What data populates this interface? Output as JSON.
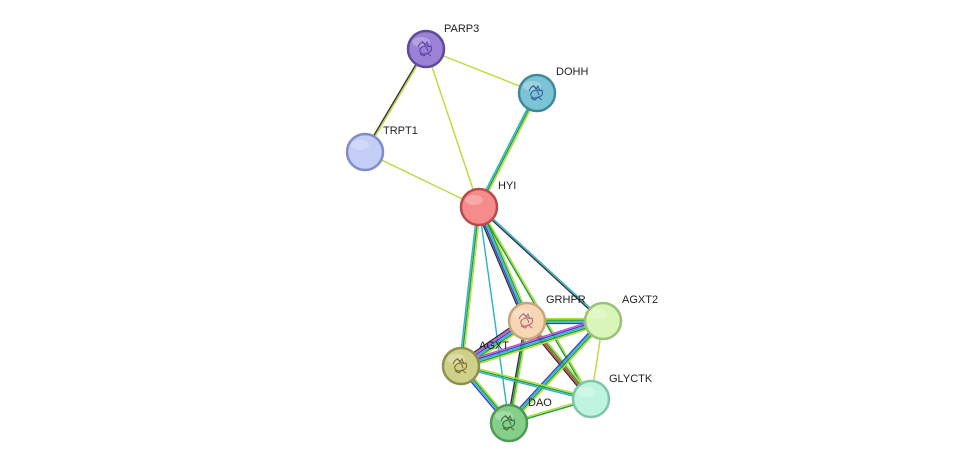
{
  "nodes": [
    {
      "id": "PARP3",
      "label": "PARP3",
      "fill": "#9b82d6",
      "stroke": "#5d4a99",
      "has_structure": true,
      "structure_color": "#5b3fa6"
    },
    {
      "id": "DOHH",
      "label": "DOHH",
      "fill": "#7dc3d6",
      "stroke": "#3f8a9a",
      "has_structure": true,
      "structure_color": "#2f5d9a"
    },
    {
      "id": "TRPT1",
      "label": "TRPT1",
      "fill": "#c3cdf5",
      "stroke": "#7e8fc8",
      "has_structure": false
    },
    {
      "id": "HYI",
      "label": "HYI",
      "fill": "#f58b8b",
      "stroke": "#b84a4a",
      "has_structure": false
    },
    {
      "id": "GRHPR",
      "label": "GRHPR",
      "fill": "#f7d6b3",
      "stroke": "#c9a57d",
      "has_structure": true,
      "structure_color": "#b06a7a"
    },
    {
      "id": "AGXT2",
      "label": "AGXT2",
      "fill": "#d9f5b8",
      "stroke": "#96c27a",
      "has_structure": false
    },
    {
      "id": "AGXT",
      "label": "AGXT",
      "fill": "#cfd08a",
      "stroke": "#8f904a",
      "has_structure": true,
      "structure_color": "#7a6a2a"
    },
    {
      "id": "GLYCTK",
      "label": "GLYCTK",
      "fill": "#bff5e0",
      "stroke": "#7fc6a8",
      "has_structure": false
    },
    {
      "id": "DAO",
      "label": "DAO",
      "fill": "#86cf8a",
      "stroke": "#4d9a52",
      "has_structure": true,
      "structure_color": "#3a6a3a"
    }
  ],
  "edges": [
    {
      "source": "PARP3",
      "target": "TRPT1",
      "colors": [
        "#b5dc3c",
        "#333333"
      ]
    },
    {
      "source": "PARP3",
      "target": "DOHH",
      "colors": [
        "#b5dc3c"
      ]
    },
    {
      "source": "PARP3",
      "target": "HYI",
      "colors": [
        "#b5dc3c"
      ]
    },
    {
      "source": "TRPT1",
      "target": "HYI",
      "colors": [
        "#b5dc3c"
      ]
    },
    {
      "source": "DOHH",
      "target": "HYI",
      "colors": [
        "#b5dc3c",
        "#1f9e3a",
        "#29b3c9"
      ]
    },
    {
      "source": "HYI",
      "target": "GRHPR",
      "colors": [
        "#b5dc3c",
        "#1f9e3a",
        "#29b3c9",
        "#3344cc",
        "#333333"
      ]
    },
    {
      "source": "HYI",
      "target": "AGXT2",
      "colors": [
        "#29b3c9",
        "#333333"
      ]
    },
    {
      "source": "HYI",
      "target": "AGXT",
      "colors": [
        "#b5dc3c",
        "#1f9e3a",
        "#29b3c9"
      ]
    },
    {
      "source": "HYI",
      "target": "DAO",
      "colors": [
        "#29b3c9"
      ]
    },
    {
      "source": "HYI",
      "target": "GLYCTK",
      "colors": [
        "#b5dc3c",
        "#1f9e3a"
      ]
    },
    {
      "source": "GRHPR",
      "target": "AGXT2",
      "colors": [
        "#b5dc3c",
        "#1f9e3a",
        "#29b3c9",
        "#3344cc"
      ]
    },
    {
      "source": "GRHPR",
      "target": "AGXT",
      "colors": [
        "#b5dc3c",
        "#1f9e3a",
        "#29b3c9",
        "#3344cc",
        "#c94dc9",
        "#333333"
      ]
    },
    {
      "source": "GRHPR",
      "target": "GLYCTK",
      "colors": [
        "#b5dc3c",
        "#1f9e3a",
        "#e0312b",
        "#333333"
      ]
    },
    {
      "source": "GRHPR",
      "target": "DAO",
      "colors": [
        "#b5dc3c",
        "#1f9e3a",
        "#333333"
      ]
    },
    {
      "source": "AGXT2",
      "target": "AGXT",
      "colors": [
        "#b5dc3c",
        "#1f9e3a",
        "#29b3c9",
        "#3344cc",
        "#c94dc9"
      ]
    },
    {
      "source": "AGXT2",
      "target": "DAO",
      "colors": [
        "#b5dc3c",
        "#1f9e3a",
        "#29b3c9",
        "#3344cc"
      ]
    },
    {
      "source": "AGXT2",
      "target": "GLYCTK",
      "colors": [
        "#b5dc3c"
      ]
    },
    {
      "source": "AGXT",
      "target": "DAO",
      "colors": [
        "#b5dc3c",
        "#1f9e3a",
        "#29b3c9",
        "#3344cc"
      ]
    },
    {
      "source": "AGXT",
      "target": "GLYCTK",
      "colors": [
        "#b5dc3c",
        "#1f9e3a",
        "#29b3c9"
      ]
    },
    {
      "source": "DAO",
      "target": "GLYCTK",
      "colors": [
        "#b5dc3c",
        "#1f9e3a"
      ]
    }
  ]
}
